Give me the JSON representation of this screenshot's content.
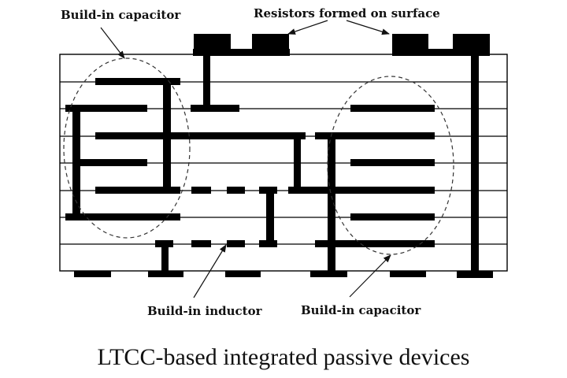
{
  "labels": {
    "capacitor_left": "Build-in capacitor",
    "resistors": "Resistors formed on surface",
    "inductor": "Build-in inductor",
    "capacitor_right": "Build-in capacitor"
  },
  "caption": "LTCC-based integrated passive devices",
  "structure": {
    "substrate_layers": 8,
    "components": [
      "surface resistors",
      "build-in capacitor (left)",
      "build-in inductor",
      "build-in capacitor (right)"
    ]
  },
  "colors": {
    "conductor": "#000000",
    "background": "#ffffff"
  }
}
